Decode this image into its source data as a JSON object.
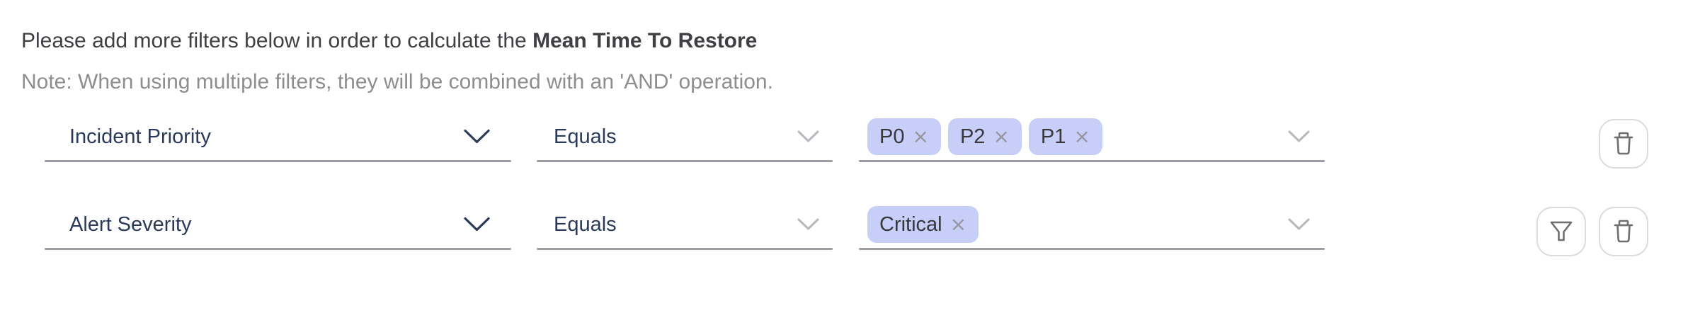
{
  "intro": {
    "line1_prefix": "Please add more filters below in order to calculate the ",
    "line1_bold": "Mean Time To Restore",
    "note": "Note: When using multiple filters, they will be combined with an 'AND' operation."
  },
  "ui": {
    "remove_glyph": "×"
  },
  "colors": {
    "tag_bg": "#c7cef8",
    "tag_text": "#37373c",
    "tag_x": "#95959f",
    "field_text": "#2c3a5a",
    "heading_text": "#3e4044",
    "note_text": "#8e8e90",
    "underline": "#9c9ca2",
    "chevron_muted": "#b9b9bd",
    "icon": "#6f6f6f",
    "button_border": "#dcdcde"
  },
  "rows": [
    {
      "field": "Incident Priority",
      "operator": "Equals",
      "values": [
        "P0",
        "P2",
        "P1"
      ]
    },
    {
      "field": "Alert Severity",
      "operator": "Equals",
      "values": [
        "Critical"
      ]
    }
  ]
}
